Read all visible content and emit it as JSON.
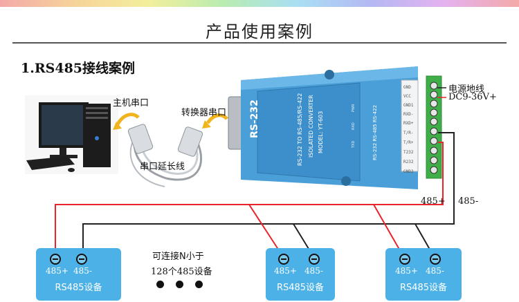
{
  "title": "产品使用案例",
  "subtitle": "1.RS485接线案例",
  "labels": {
    "host_port": "主机串口",
    "converter_port": "转换器串口",
    "extension_cable": "串口延长线",
    "power_gnd": "电源地线",
    "power_dc": "DC9-36V+",
    "line_485_plus": "485+",
    "line_485_minus": "485-",
    "connect_n_line1": "可连接N小于",
    "connect_n_line2": "128个485设备"
  },
  "converter": {
    "port_label": "RS-232",
    "text_line1": "RS-232 TO RS-485/RS-422",
    "text_line2": "ISOLATED CONVERTER",
    "text_line3": "MODEL: YT-603",
    "side_label": "RS-232 RS-485 RS-422",
    "leds": [
      "PWR",
      "RXD",
      "TXD"
    ],
    "terminals": [
      "GND",
      "VCC",
      "GND1",
      "RXD-",
      "RXD+",
      "T/R-",
      "T/R+",
      "T232",
      "R232",
      "GND2"
    ]
  },
  "devices": [
    {
      "term_plus": "485+",
      "term_minus": "485-",
      "name": "RS485设备"
    },
    {
      "term_plus": "485+",
      "term_minus": "485-",
      "name": "RS485设备"
    },
    {
      "term_plus": "485+",
      "term_minus": "485-",
      "name": "RS485设备"
    }
  ],
  "colors": {
    "wire_485_plus": "#e8232a",
    "wire_485_minus": "#222222",
    "device_fill": "#4bb1e7",
    "converter_body": "#4a9fd8",
    "terminal_block": "#3fae49",
    "arrow": "#f0b41e"
  }
}
